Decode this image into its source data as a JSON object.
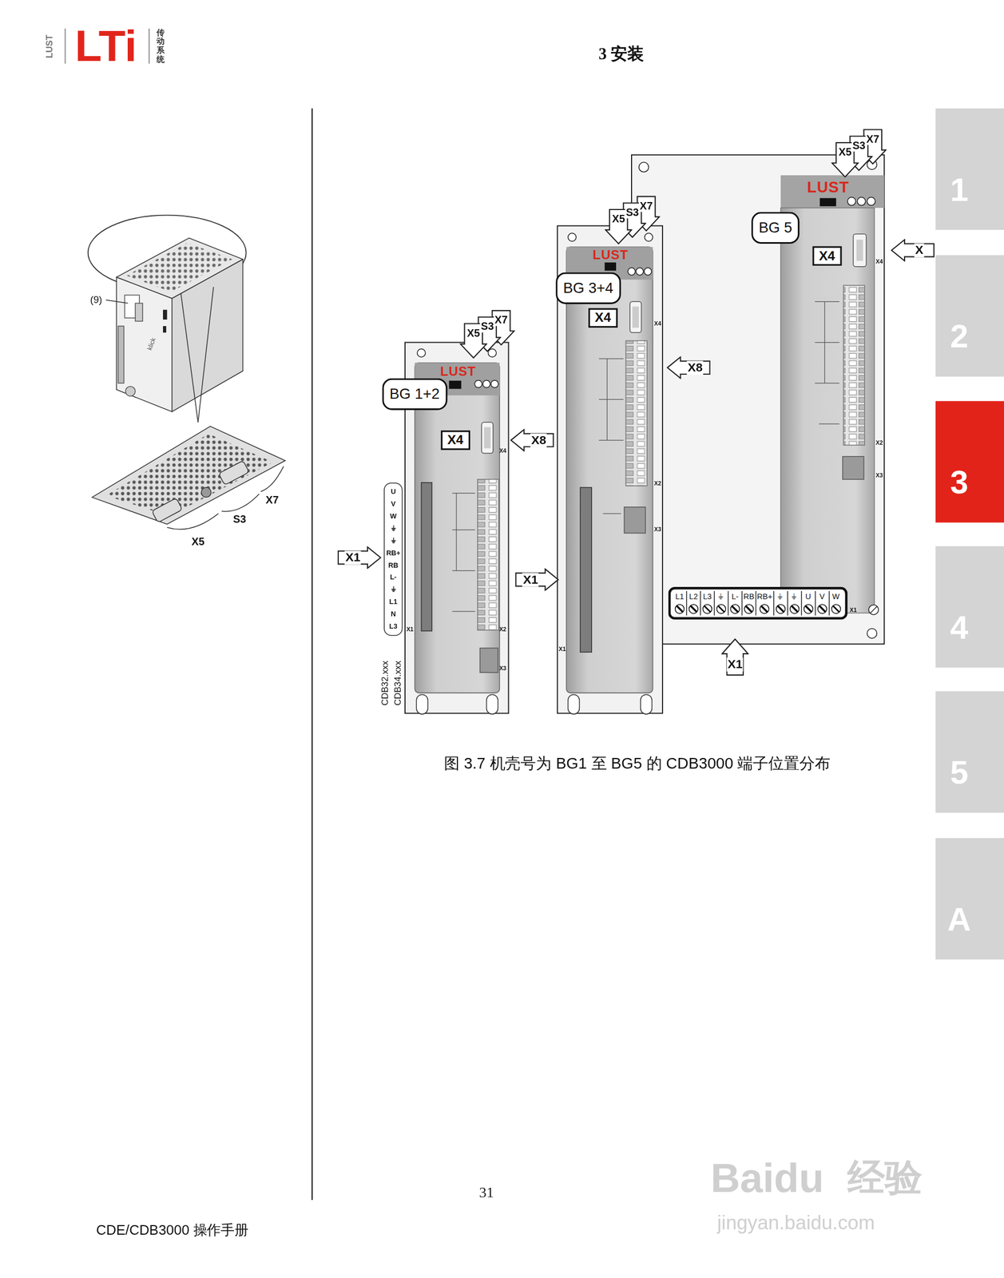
{
  "diagram": {
    "title": "3 安装",
    "caption": "图 3.7 机壳号为 BG1 至 BG5 的 CDB3000 端子位置分布",
    "nodes": [
      {
        "text": [
          "1"
        ]
      },
      {
        "text": [
          "2"
        ]
      },
      {
        "text": [
          "3"
        ]
      },
      {
        "text": [
          "4"
        ]
      },
      {
        "text": [
          "5"
        ]
      },
      {
        "text": [
          "A"
        ]
      },
      {
        "text": [
          "LUST"
        ]
      },
      {
        "text": [
          "BG 1+2"
        ]
      },
      {
        "text": [
          "X4"
        ],
        "in": 6
      },
      {
        "text": [
          "U",
          "V",
          "W",
          "⏚",
          "⏚",
          "RB+",
          "RB",
          "L-",
          "⏚",
          "L1",
          "N",
          "L3"
        ]
      },
      {
        "text": [
          "LUST"
        ]
      },
      {
        "text": [
          "BG 3+4"
        ]
      },
      {
        "text": [
          "X4"
        ],
        "in": 10
      },
      {
        "text": [
          "LUST"
        ]
      },
      {
        "text": [
          "BG 5"
        ]
      },
      {
        "text": [
          "X4"
        ],
        "in": 13
      },
      {
        "text": [
          "L1",
          "L2",
          "L3",
          "⏚",
          "L-",
          "RB",
          "RB+",
          "⏚",
          "⏚",
          "U",
          "V",
          "W"
        ]
      }
    ],
    "labels": [
      "LUST",
      "LTi",
      "传动系统",
      "(9)",
      "klick",
      "X7",
      "S3",
      "X5",
      "X5",
      "S3",
      "X7",
      "X8",
      "X1",
      "X4",
      "X1",
      "X2",
      "X3",
      "CDB32.xxx",
      "CDB34.xxx",
      "X5",
      "S3",
      "X7",
      "X8",
      "X1",
      "X4",
      "X2",
      "X3",
      "X1",
      "X5",
      "S3",
      "X7",
      "X",
      "X1",
      "X4",
      "X2",
      "X3",
      "X1",
      "31",
      "CDE/CDB3000 操作手册",
      "Baidu",
      "经验",
      "jingyan.baidu.com"
    ]
  }
}
